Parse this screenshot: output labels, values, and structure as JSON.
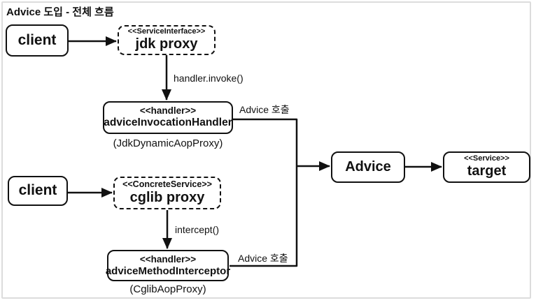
{
  "title": "Advice 도입 - 전체 흐름",
  "diagram": {
    "nodes": {
      "client_top": {
        "label": "client"
      },
      "jdk_proxy": {
        "stereotype": "<<ServiceInterface>>",
        "label": "jdk proxy"
      },
      "advice_invocation_handler": {
        "stereotype": "<<handler>>",
        "label": "adviceInvocationHandler",
        "caption": "(JdkDynamicAopProxy)"
      },
      "client_bottom": {
        "label": "client"
      },
      "cglib_proxy": {
        "stereotype": "<<ConcreteService>>",
        "label": "cglib proxy"
      },
      "advice_method_interceptor": {
        "stereotype": "<<handler>>",
        "label": "adviceMethodInterceptor",
        "caption": "(CglibAopProxy)"
      },
      "advice": {
        "label": "Advice"
      },
      "target": {
        "stereotype": "<<Service>>",
        "label": "target"
      }
    },
    "edges": {
      "jdk_proxy_to_handler": "handler.invoke()",
      "cglib_proxy_to_interceptor": "intercept()",
      "invocation_handler_to_advice": "Advice 호출",
      "method_interceptor_to_advice": "Advice 호출"
    }
  },
  "colors": {
    "line": "#111111",
    "frame_border": "#dcdcdc",
    "background": "#ffffff"
  }
}
